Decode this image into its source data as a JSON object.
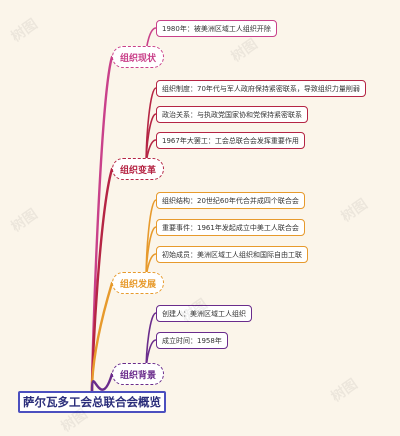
{
  "root": {
    "title": "萨尔瓦多工会总联合会概览"
  },
  "branches": [
    {
      "label": "组织现状",
      "color": "#c9418a",
      "leaves": [
        {
          "text": "1980年：被美洲区域工人组织开除"
        }
      ]
    },
    {
      "label": "组织变革",
      "color": "#b52544",
      "leaves": [
        {
          "text": "组织制度：70年代与军人政府保持紧密联系，导致组织力量削弱"
        },
        {
          "text": "政治关系：与执政党国家协和党保持紧密联系"
        },
        {
          "text": "1967年大罢工：工会总联合会发挥重要作用"
        }
      ]
    },
    {
      "label": "组织发展",
      "color": "#e79a2c",
      "leaves": [
        {
          "text": "组织结构：20世纪60年代合并成四个联合会"
        },
        {
          "text": "重要事件：1961年发起成立中美工人联合会"
        },
        {
          "text": "初始成员：美洲区域工人组织和国际自由工联"
        }
      ]
    },
    {
      "label": "组织背景",
      "color": "#6a2c8c",
      "leaves": [
        {
          "text": "创建人：美洲区域工人组织"
        },
        {
          "text": "成立时间：1958年"
        }
      ]
    }
  ]
}
